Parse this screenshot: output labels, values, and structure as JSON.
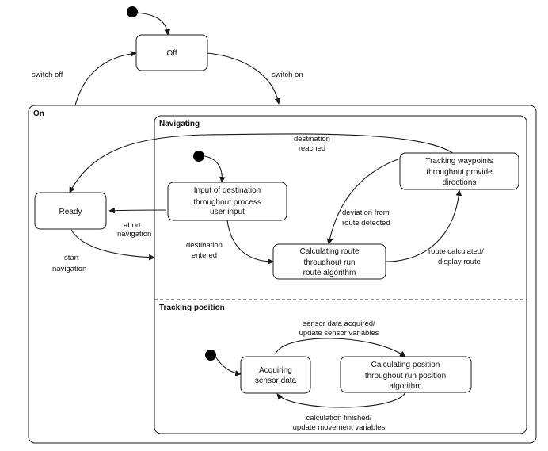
{
  "regions": {
    "on": "On",
    "navigating": "Navigating",
    "tracking_position": "Tracking position"
  },
  "states": {
    "off": "Off",
    "ready": "Ready",
    "input_destination": [
      "Input of destination",
      "throughout process",
      "user input"
    ],
    "calculating_route": [
      "Calculating route",
      "throughout run",
      "route algorithm"
    ],
    "tracking_waypoints": [
      "Tracking waypoints",
      "throughout provide",
      "directions"
    ],
    "acquiring_sensor": [
      "Acquiring",
      "sensor data"
    ],
    "calculating_position": [
      "Calculating position",
      "throughout run position",
      "algorithm"
    ]
  },
  "transitions": {
    "switch_off": "switch off",
    "switch_on": "switch on",
    "destination_reached": [
      "destination",
      "reached"
    ],
    "abort_navigation": [
      "abort",
      "navigation"
    ],
    "start_navigation": [
      "start",
      "navigation"
    ],
    "destination_entered": [
      "destination",
      "entered"
    ],
    "deviation_from_route": [
      "deviation from",
      "route detected"
    ],
    "route_calculated": [
      "route calculated/",
      "display route"
    ],
    "sensor_data_acquired": [
      "sensor data acquired/",
      "update sensor variables"
    ],
    "calculation_finished": [
      "calculation finished/",
      "update movement variables"
    ]
  },
  "colors": {
    "stroke": "#1a1a1a",
    "text": "#111111",
    "background": "#ffffff"
  }
}
